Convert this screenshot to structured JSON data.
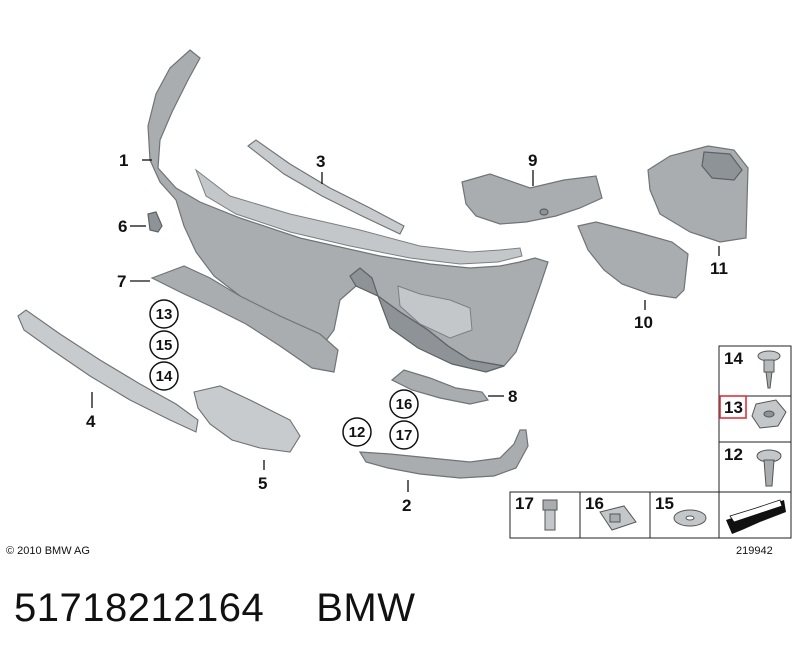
{
  "labels": {
    "p1": "1",
    "p2": "2",
    "p3": "3",
    "p4": "4",
    "p5": "5",
    "p6": "6",
    "p7": "7",
    "p8": "8",
    "p9": "9",
    "p10": "10",
    "p11": "11",
    "c13": "13",
    "c15": "15",
    "c14": "14",
    "c16": "16",
    "c17": "17",
    "c12": "12"
  },
  "table": {
    "t14": "14",
    "t13": "13",
    "t12": "12",
    "t17": "17",
    "t16": "16",
    "t15": "15",
    "highlighted": "13",
    "highlight_color": "#e0313b"
  },
  "copyright": "© 2010 BMW AG",
  "diagram_ref": "219942",
  "footer": {
    "part_number": "51718212164",
    "brand": "BMW"
  }
}
